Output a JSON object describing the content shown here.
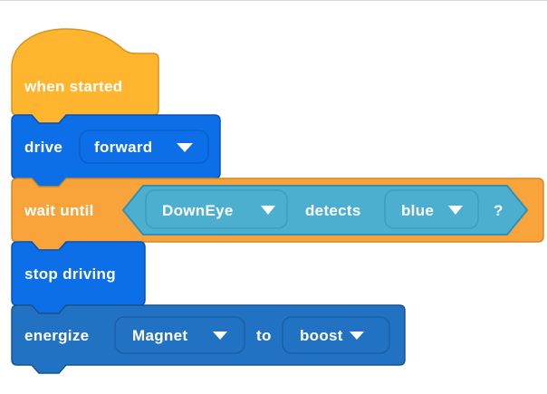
{
  "canvas": {
    "background": "#ffffff",
    "top_border_color": "#d9d9d9"
  },
  "palette": {
    "event_fill": "#FFB62E",
    "event_stroke": "#D59420",
    "control_fill": "#F9A43A",
    "control_stroke": "#D08A25",
    "drivetrain_fill": "#0D6FE8",
    "drivetrain_stroke": "#0A50B4",
    "drivetrain_dropdown_stroke": "#0B5FCC",
    "magnet_fill": "#2272C4",
    "magnet_stroke": "#17558F",
    "magnet_dropdown_stroke": "#1A5FA6",
    "sensing_fill": "#4CAFD0",
    "sensing_stroke": "#3090B8",
    "sensing_dropdown_stroke": "#3E9DC2",
    "text_color": "#ffffff"
  },
  "blocks": {
    "when_started": {
      "label": "when started"
    },
    "drive": {
      "label": "drive",
      "direction": "forward"
    },
    "wait_until": {
      "label": "wait until",
      "sensor": "DownEye",
      "verb": "detects",
      "color_value": "blue",
      "question_mark": "?"
    },
    "stop_driving": {
      "label": "stop driving"
    },
    "energize": {
      "label": "energize",
      "device": "Magnet",
      "to_label": "to",
      "mode": "boost"
    }
  }
}
